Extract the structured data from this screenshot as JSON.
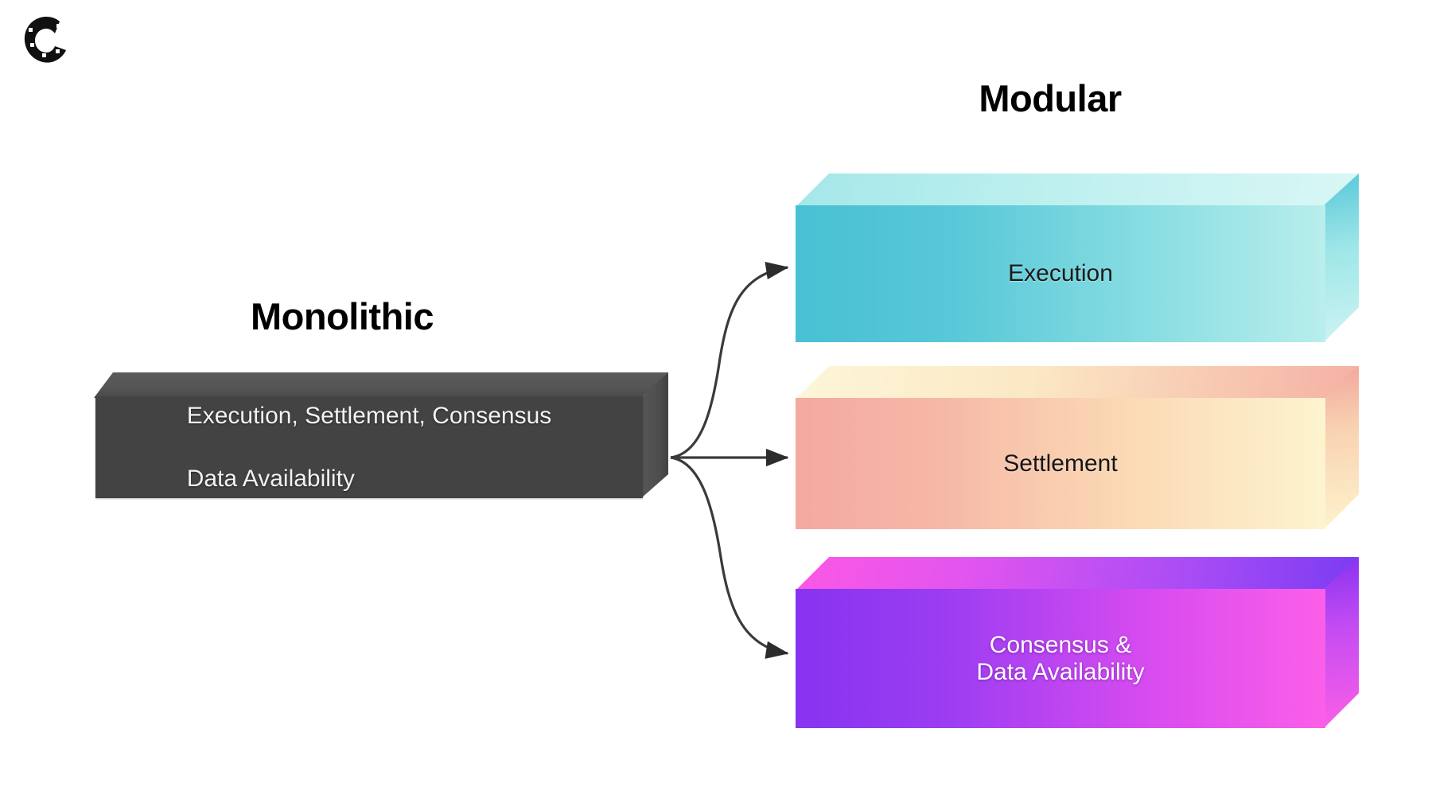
{
  "page": {
    "background_color": "#ffffff",
    "logo": {
      "name": "celestia-c-logo",
      "color": "#111111"
    }
  },
  "headings": {
    "monolithic": "Monolithic",
    "modular": "Modular"
  },
  "monolithic_box": {
    "name": "monolithic-stack-box",
    "label": "Execution, Settlement, Consensus\nData Availability",
    "line1": "Execution, Settlement, Consensus",
    "line2": "Data Availability",
    "front_color": "#434343",
    "top_color": "#565656",
    "text_color": "#f2f2f2"
  },
  "modular_boxes": [
    {
      "name": "execution-layer-box",
      "label": "Execution",
      "front_gradient_from": "#49c0d4",
      "front_gradient_to": "#b9eeec",
      "top_color": "#bdf0ef",
      "text_color": "#1a1a1a"
    },
    {
      "name": "settlement-layer-box",
      "label": "Settlement",
      "front_gradient_from": "#f4a9a0",
      "front_gradient_to": "#fdf4cf",
      "top_color": "#fbe8c4",
      "text_color": "#151515"
    },
    {
      "name": "consensus-da-layer-box",
      "label": "Consensus &\nData Availability",
      "line1": "Consensus &",
      "line2": "Data Availability",
      "front_gradient_from": "#8733f0",
      "front_gradient_to": "#fb5fe8",
      "top_color": "#e255ef",
      "text_color": "#ffffff"
    }
  ],
  "connectors": {
    "stroke_color": "#3a3a3a",
    "arrows": [
      {
        "name": "arrow-to-execution",
        "target": "Execution"
      },
      {
        "name": "arrow-to-settlement",
        "target": "Settlement"
      },
      {
        "name": "arrow-to-consensus",
        "target": "Consensus & Data Availability"
      }
    ]
  }
}
